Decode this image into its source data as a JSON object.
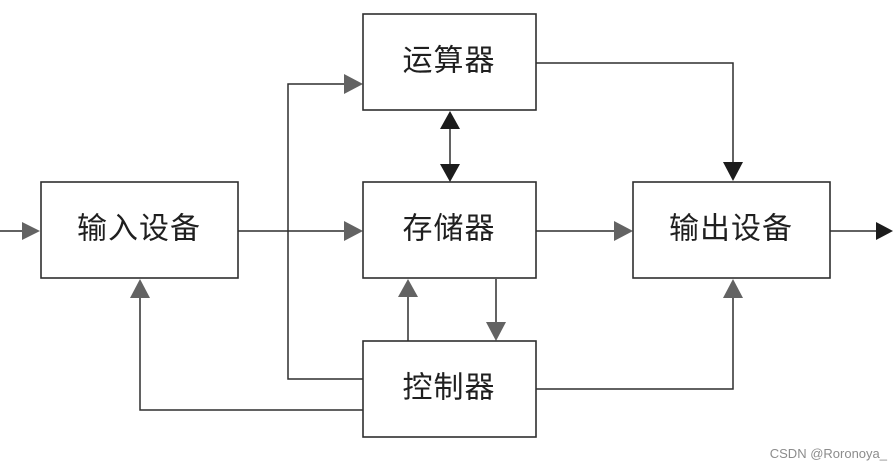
{
  "nodes": {
    "input_device": {
      "label": "输入设备"
    },
    "arithmetic_unit": {
      "label": "运算器"
    },
    "memory": {
      "label": "存储器"
    },
    "output_device": {
      "label": "输出设备"
    },
    "controller": {
      "label": "控制器"
    }
  },
  "watermark": "CSDN @Roronoya_",
  "colors": {
    "line": "#2f2f2f",
    "arrow_gray": "#636363",
    "arrow_dark": "#1c1c1c",
    "box_border": "#2f2f2f",
    "text": "#1f1f1f",
    "watermark": "#8c8c8c"
  }
}
